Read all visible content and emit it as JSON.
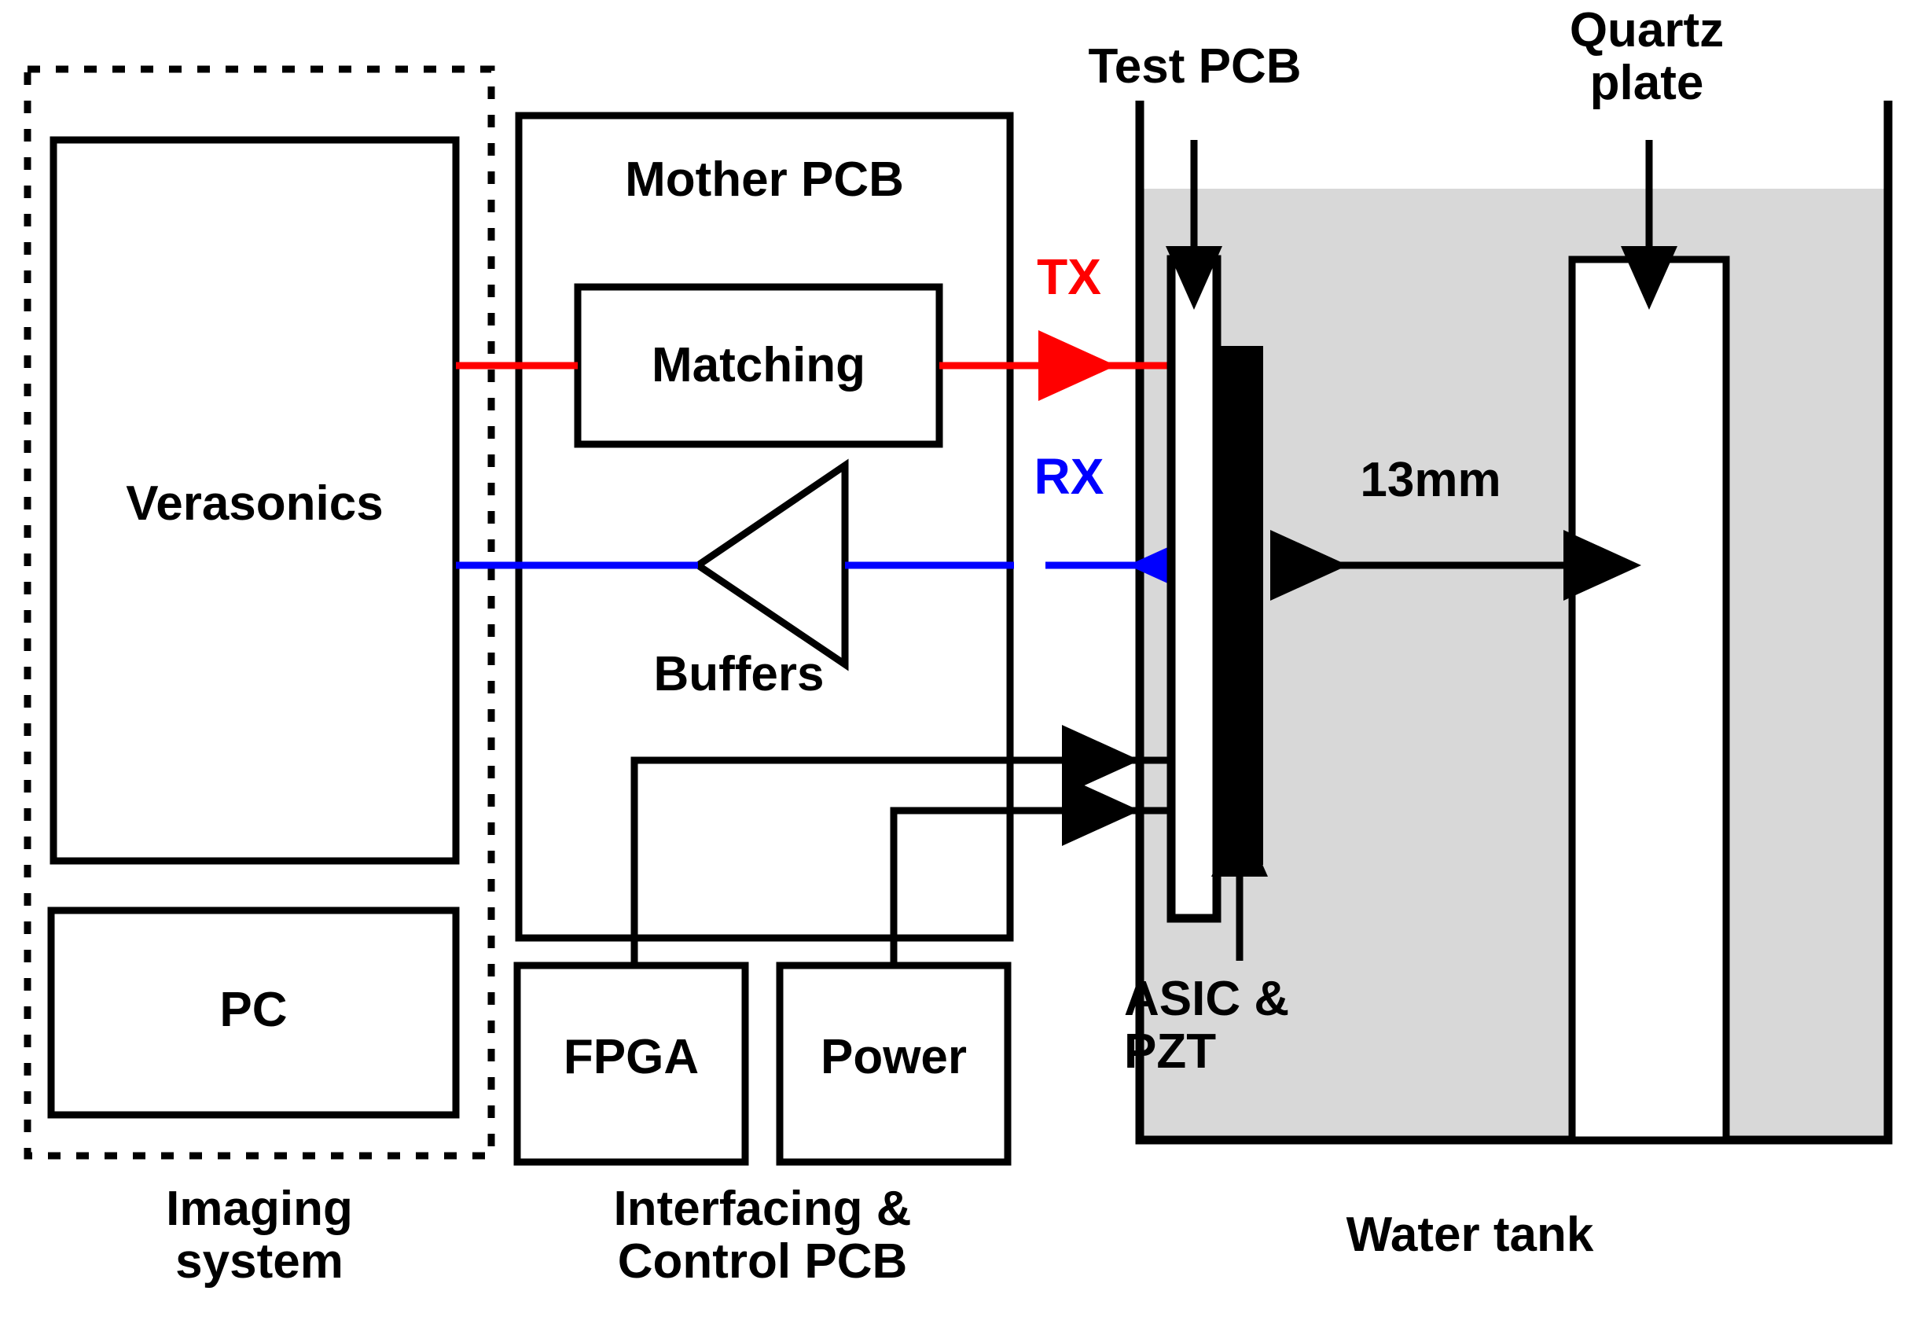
{
  "diagram": {
    "title": "Ultrasound test setup block diagram",
    "groups": [
      {
        "name": "imaging-system",
        "label": "Imaging\nsystem",
        "boxes": [
          "Verasonics",
          "PC"
        ]
      },
      {
        "name": "interfacing-control-pcb",
        "label": "Interfacing &\nControl PCB",
        "boxes": [
          "Mother PCB",
          "Matching",
          "Buffers",
          "FPGA",
          "Power"
        ]
      },
      {
        "name": "water-tank",
        "label": "Water tank",
        "boxes": [
          "Test PCB",
          "ASIC & PZT",
          "Quartz plate"
        ]
      }
    ]
  },
  "imaging_system": {
    "group_label": "Imaging\nsystem",
    "verasonics_label": "Verasonics",
    "pc_label": "PC"
  },
  "interfacing": {
    "group_label": "Interfacing &\nControl PCB",
    "mother_pcb_label": "Mother PCB",
    "matching_label": "Matching",
    "buffers_label": "Buffers",
    "fpga_label": "FPGA",
    "power_label": "Power"
  },
  "tank": {
    "group_label": "Water tank",
    "test_pcb_label": "Test PCB",
    "quartz_plate_label": "Quartz\nplate",
    "asic_pzt_label": "ASIC &\nPZT",
    "distance_label": "13mm"
  },
  "signals": {
    "tx_label": "TX",
    "rx_label": "RX"
  },
  "colors": {
    "tx": "#ff0000",
    "rx": "#0000ff",
    "outline": "#000000",
    "water": "#d8d8d8",
    "asic": "#000000",
    "background": "#ffffff"
  }
}
